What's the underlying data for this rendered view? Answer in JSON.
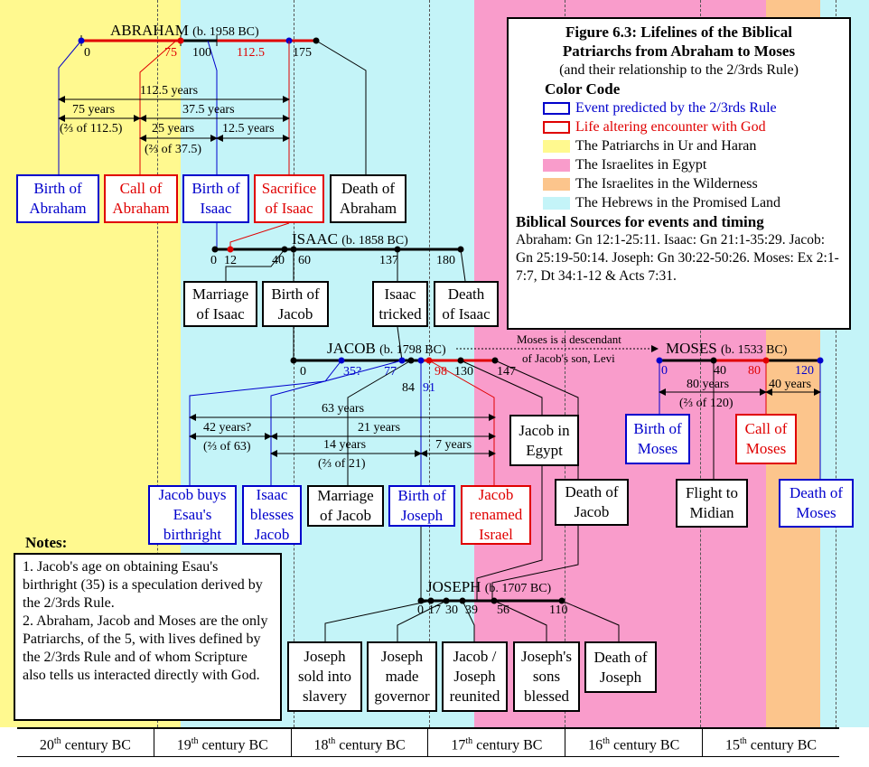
{
  "colors": {
    "ur_haran": "#fff98f",
    "egypt": "#f99ccb",
    "wilderness": "#fcc58c",
    "promised_land": "#c4f4f8",
    "predicted": "#0000cc",
    "encounter": "#e00000"
  },
  "legend": {
    "title_line1": "Figure 6.3: Lifelines of the Biblical",
    "title_line2": "Patriarchs from Abraham to Moses",
    "subtitle": "(and their relationship to the 2/3rds Rule)",
    "color_code_heading": "Color Code",
    "items": [
      "Event predicted by the 2/3rds Rule",
      "Life altering encounter with God",
      "The Patriarchs in Ur and Haran",
      "The Israelites in Egypt",
      "The Israelites in the Wilderness",
      "The Hebrews in the Promised Land"
    ],
    "sources_heading": "Biblical Sources for events and timing",
    "sources_text": "Abraham: Gn 12:1-25:11. Isaac: Gn 21:1-35:29. Jacob: Gn 25:19-50:14. Joseph: Gn 30:22-50:26. Moses: Ex 2:1-7:7, Dt 34:1-12 & Acts 7:31."
  },
  "notes": {
    "heading": "Notes:",
    "note1": "1. Jacob's age on obtaining Esau's birthright (35) is a speculation derived by the 2/3rds Rule.",
    "note2": "2. Abraham, Jacob and Moses are the only Patriarchs, of the 5, with lives defined by the 2/3rds Rule and of whom Scripture also tells us interacted directly with God."
  },
  "patriarchs": {
    "abraham": {
      "name": "ABRAHAM",
      "born": "(b. 1958 BC)",
      "ticks": [
        "0",
        "75",
        "100",
        "112.5",
        "175"
      ]
    },
    "isaac": {
      "name": "ISAAC",
      "born": "(b. 1858 BC)",
      "ticks": [
        "0",
        "12",
        "40",
        "60",
        "137",
        "180"
      ]
    },
    "jacob": {
      "name": "JACOB",
      "born": "(b. 1798 BC)",
      "ticks": [
        "0",
        "35?",
        "77",
        "84",
        "91",
        "98",
        "130",
        "147"
      ]
    },
    "joseph": {
      "name": "JOSEPH",
      "born": "(b. 1707 BC)",
      "ticks": [
        "0",
        "17",
        "30",
        "39",
        "56",
        "110"
      ]
    },
    "moses": {
      "name": "MOSES",
      "born": "(b. 1533 BC)",
      "ticks": [
        "0",
        "40",
        "80",
        "120"
      ]
    }
  },
  "descent_note_line1": "Moses is a descendant",
  "descent_note_line2": "of Jacob's son, Levi",
  "spans": {
    "a1": "112.5 years",
    "a2": "75 years",
    "a3": "(⅔ of 112.5)",
    "a4": "37.5 years",
    "a5": "25 years",
    "a6": "12.5 years",
    "a7": "(⅔ of 37.5)",
    "j1": "63 years",
    "j2": "42 years?",
    "j3": "21 years",
    "j4": "(⅔ of 63)",
    "j5": "14 years",
    "j6": "7 years",
    "j7": "(⅔ of 21)",
    "m1": "80 years",
    "m2": "40 years",
    "m3": "(⅔ of 120)"
  },
  "events": {
    "birth_abraham": "Birth of\nAbraham",
    "call_abraham": "Call of\nAbraham",
    "birth_isaac": "Birth of\nIsaac",
    "sacrifice_isaac": "Sacrifice\nof Isaac",
    "death_abraham": "Death of\nAbraham",
    "marriage_isaac": "Marriage\nof Isaac",
    "birth_jacob": "Birth of\nJacob",
    "isaac_tricked": "Isaac\ntricked",
    "death_isaac": "Death\nof Isaac",
    "jacob_buys": "Jacob buys\nEsau's\nbirthright",
    "isaac_blesses": "Isaac\nblesses\nJacob",
    "marriage_jacob": "Marriage\nof Jacob",
    "birth_joseph": "Birth of\nJoseph",
    "jacob_renamed": "Jacob\nrenamed\nIsrael",
    "jacob_egypt": "Jacob in\nEgypt",
    "death_jacob": "Death of\nJacob",
    "birth_moses": "Birth of\nMoses",
    "flight_midian": "Flight to\nMidian",
    "call_moses": "Call of\nMoses",
    "death_moses": "Death of\nMoses",
    "joseph_slavery": "Joseph\nsold into\nslavery",
    "joseph_governor": "Joseph\nmade\ngovernor",
    "jacob_joseph_reunited": "Jacob /\nJoseph\nreunited",
    "josephs_sons": "Joseph's\nsons\nblessed",
    "death_joseph": "Death of\nJoseph"
  },
  "centuries": [
    "20",
    "19",
    "18",
    "17",
    "16",
    "15"
  ],
  "century_suffix": "th",
  "century_label": " century BC"
}
